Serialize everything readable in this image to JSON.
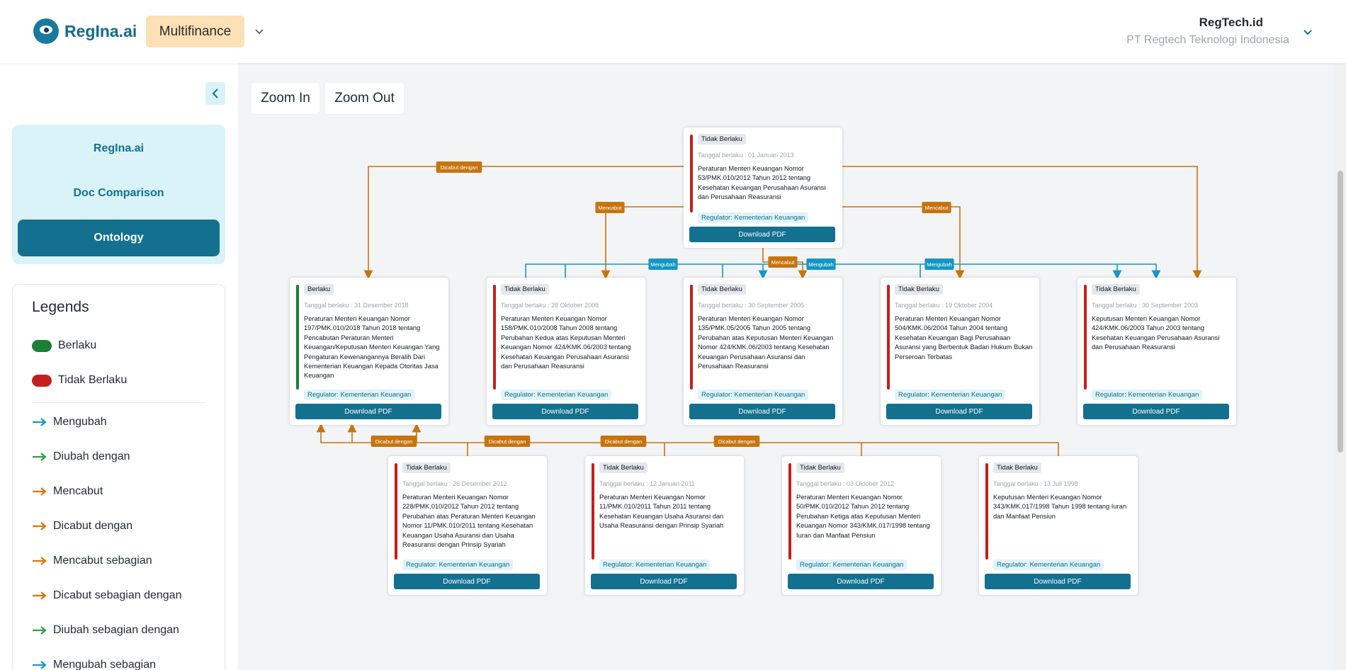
{
  "header": {
    "logo_text": "RegIna.ai",
    "product": "Multifinance",
    "user_name": "RegTech.id",
    "user_org": "PT Regtech Teknologi Indonesia"
  },
  "sidebar": {
    "nav": [
      "RegIna.ai",
      "Doc Comparison",
      "Ontology"
    ],
    "active_nav": "Ontology",
    "legend_title": "Legends",
    "status_legend": [
      {
        "label": "Berlaku",
        "color": "#1a7f37"
      },
      {
        "label": "Tidak Berlaku",
        "color": "#c41e1e"
      }
    ],
    "relation_legend": [
      {
        "label": "Mengubah",
        "color": "#1497c4"
      },
      {
        "label": "Diubah dengan",
        "color": "#2f9e44"
      },
      {
        "label": "Mencabut",
        "color": "#d97706"
      },
      {
        "label": "Dicabut dengan",
        "color": "#d97706"
      },
      {
        "label": "Mencabut sebagian",
        "color": "#d97706"
      },
      {
        "label": "Dicabut sebagian dengan",
        "color": "#d97706"
      },
      {
        "label": "Diubah sebagian dengan",
        "color": "#2f9e44"
      },
      {
        "label": "Mengubah sebagian",
        "color": "#1497c4"
      }
    ]
  },
  "toolbar": {
    "zoom_in": "Zoom In",
    "zoom_out": "Zoom Out"
  },
  "colors": {
    "brand": "#13708f",
    "berlaku": "#1a7f37",
    "tidak_berlaku": "#c41e1e",
    "orange_edge": "#c7740f",
    "blue_edge": "#1497c4"
  },
  "graph": {
    "download_label": "Download PDF",
    "nodes": [
      {
        "id": "root",
        "status": "Tidak Berlaku",
        "berlaku": false,
        "date": "Tanggal berlaku : 01 Januari 2013",
        "title": "Peraturan Menteri Keuangan Nomor 53/PMK.010/2012 Tahun 2012 tentang Kesehatan Keuangan Perusahaan Asuransi dan Perusahaan Reasuransi",
        "regulator": "Regulator: Kementerian Keuangan"
      },
      {
        "id": "m1",
        "status": "Berlaku",
        "berlaku": true,
        "date": "Tanggal berlaku : 31 Desember 2018",
        "title": "Peraturan Menteri Keuangan Nomor 197/PMK.010/2018 Tahun 2018 tentang Pencabutan Peraturan Menteri Keuangan/Keputusan Menteri Keuangan Yang Pengaturan Kewenangannya Beralih Dari Kementerian Keuangan Kepada Otoritas Jasa Keuangan",
        "regulator": "Regulator: Kementerian Keuangan"
      },
      {
        "id": "m2",
        "status": "Tidak Berlaku",
        "berlaku": false,
        "date": "Tanggal berlaku : 28 Oktober 2008",
        "title": "Peraturan Menteri Keuangan Nomor 158/PMK.010/2008 Tahun 2008 tentang Perubahan Kedua atas Keputusan Menteri Keuangan Nomor 424/KMK.06/2003 tentang Kesehatan Keuangan Perusahaan Asuransi dan Perusahaan Reasuransi",
        "regulator": "Regulator: Kementerian Keuangan"
      },
      {
        "id": "m3",
        "status": "Tidak Berlaku",
        "berlaku": false,
        "date": "Tanggal berlaku : 30 September 2005",
        "title": "Peraturan Menteri Keuangan Nomor 135/PMK.05/2005 Tahun 2005 tentang Perubahan atas Keputusan Menteri Keuangan Nomor 424/KMK.06/2003 tentang Kesehatan Keuangan Perusahaan Asuransi dan Perusahaan Reasuransi",
        "regulator": "Regulator: Kementerian Keuangan"
      },
      {
        "id": "m4",
        "status": "Tidak Berlaku",
        "berlaku": false,
        "date": "Tanggal berlaku : 19 Oktober 2004",
        "title": "Peraturan Menteri Keuangan Nomor 504/KMK.06/2004 Tahun 2004 tentang Kesehatan Keuangan Bagi Perusahaan Asuransi yang Berbentuk Badan Hukum Bukan Perseroan Terbatas",
        "regulator": "Regulator: Kementerian Keuangan"
      },
      {
        "id": "m5",
        "status": "Tidak Berlaku",
        "berlaku": false,
        "date": "Tanggal berlaku : 30 September 2003",
        "title": "Keputusan Menteri Keuangan Nomor 424/KMK.06/2003 Tahun 2003 tentang Kesehatan Keuangan Perusahaan Asuransi dan Perusahaan Reasuransi",
        "regulator": "Regulator: Kementerian Keuangan"
      },
      {
        "id": "b1",
        "status": "Tidak Berlaku",
        "berlaku": false,
        "date": "Tanggal berlaku : 26 Desember 2012",
        "title": "Peraturan Menteri Keuangan Nomor 228/PMK.010/2012 Tahun 2012 tentang Perubahan atas Peraturan Menteri Keuangan Nomor 11/PMK.010/2011 tentang Kesehatan Keuangan Usaha Asuransi dan Usaha Reasuransi dengan Prinsip Syariah",
        "regulator": "Regulator: Kementerian Keuangan"
      },
      {
        "id": "b2",
        "status": "Tidak Berlaku",
        "berlaku": false,
        "date": "Tanggal berlaku : 12 Januari 2011",
        "title": "Peraturan Menteri Keuangan Nomor 11/PMK.010/2011 Tahun 2011 tentang Kesehatan Keuangan Usaha Asuransi dan Usaha Reasuransi dengan Prinsip Syariah",
        "regulator": "Regulator: Kementerian Keuangan"
      },
      {
        "id": "b3",
        "status": "Tidak Berlaku",
        "berlaku": false,
        "date": "Tanggal berlaku : 03 Oktober 2012",
        "title": "Peraturan Menteri Keuangan Nomor 50/PMK.010/2012 Tahun 2012 tentang Perubahan Ketiga atas Keputusan Menteri Keuangan Nomor 343/KMK.017/1998 tentang Iuran dan Manfaat Pensiun",
        "regulator": "Regulator: Kementerian Keuangan"
      },
      {
        "id": "b4",
        "status": "Tidak Berlaku",
        "berlaku": false,
        "date": "Tanggal berlaku : 13 Juli 1998",
        "title": "Keputusan Menteri Keuangan Nomor 343/KMK.017/1998 Tahun 1998 tentang Iuran dan Manfaat Pensiun",
        "regulator": "Regulator: Kementerian Keuangan"
      }
    ],
    "edge_labels": [
      {
        "text": "Dicabut dengan",
        "kind": "orange"
      },
      {
        "text": "Mencabut",
        "kind": "orange"
      },
      {
        "text": "Mencabut",
        "kind": "orange"
      },
      {
        "text": "Mencabut",
        "kind": "orange"
      },
      {
        "text": "Mengubah",
        "kind": "blue"
      },
      {
        "text": "Mencabut",
        "kind": "orange"
      },
      {
        "text": "Mengubah",
        "kind": "blue"
      },
      {
        "text": "Mengubah",
        "kind": "blue"
      },
      {
        "text": "Dicabut dengan",
        "kind": "orange"
      },
      {
        "text": "Dicabut dengan",
        "kind": "orange"
      },
      {
        "text": "Dicabut dengan",
        "kind": "orange"
      },
      {
        "text": "Dicabut dengan",
        "kind": "orange"
      }
    ]
  }
}
